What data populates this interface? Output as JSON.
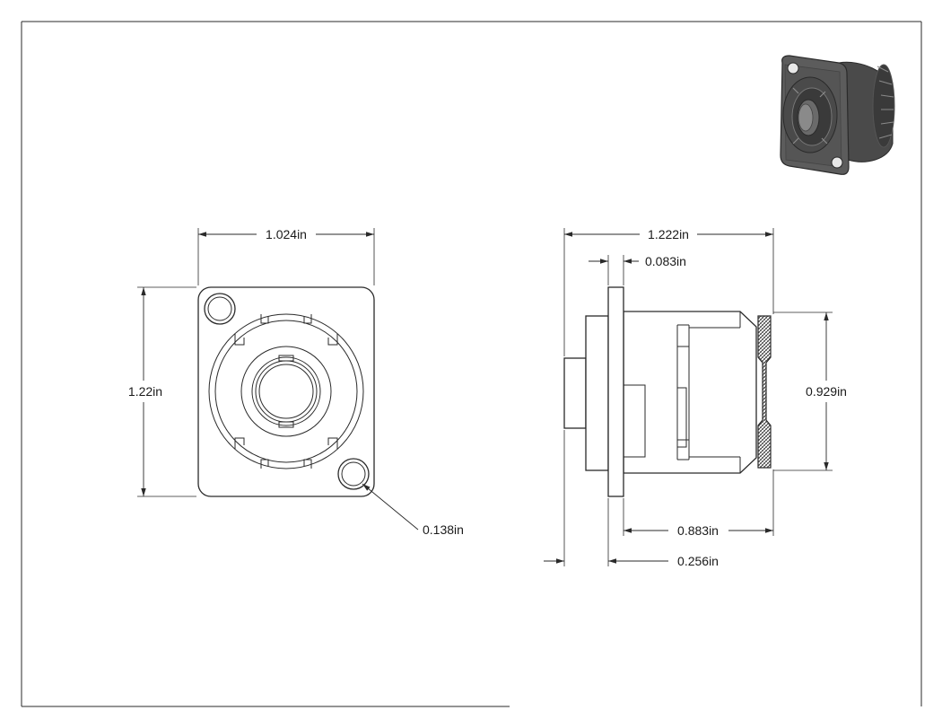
{
  "drawing": {
    "front_view": {
      "width_label": "1.024in",
      "height_label": "1.22in",
      "hole_label": "0.138in"
    },
    "side_view": {
      "length_label": "1.222in",
      "flange_thickness_label": "0.083in",
      "diameter_label": "0.929in",
      "body_length_label": "0.883in",
      "rear_depth_label": "0.256in"
    },
    "colors": {
      "line": "#2a2a2a",
      "render_dark": "#3a3a3a",
      "render_mid": "#5c5c5c",
      "render_light": "#8a8a8a"
    }
  }
}
